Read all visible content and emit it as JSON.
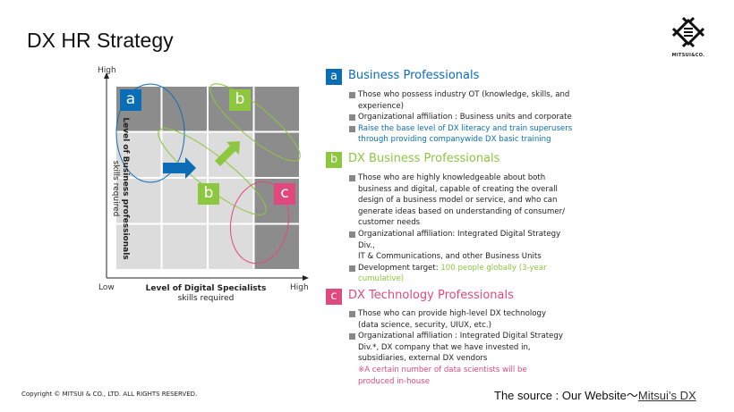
{
  "title": "DX HR Strategy",
  "logo": {
    "text": "MITSUI&CO."
  },
  "chart": {
    "y_high": "High",
    "x_low": "Low",
    "x_high": "High",
    "ylabel_line1": "Level of Business professionals",
    "ylabel_line2": "skills required",
    "xlabel_line1": "Level of Digital Specialists",
    "xlabel_line2": "skills required",
    "badges": {
      "a": "a",
      "b_top": "b",
      "b_mid": "b",
      "c": "c"
    }
  },
  "colors": {
    "a": "#0b6db5",
    "b": "#8dc63f",
    "c": "#e0497e",
    "dark_cell": "#8c8c8c",
    "light_cell": "#dcdcdc"
  },
  "sections": [
    {
      "badge": "a",
      "title": "Business Professionals",
      "bullets": [
        "Those who possess industry OT (knowledge, skills, and experience)",
        "Organizational affiliation : Business units and corporate",
        "Raise the base level of DX literacy and train superusers through providing companywide DX basic training"
      ]
    },
    {
      "badge": "b",
      "title": "DX Business Professionals",
      "bullets": [
        "Those who are highly knowledgeable about both business and digital,  capable of creating the overall design of a business model or service, and  who can generate ideas based on understanding of consumer/ customer needs",
        "Organizational affiliation: Integrated Digital Strategy Div.,",
        "IT & Communications, and other Business Units",
        "Development target: ",
        "100 people globally (3-year cumulative)"
      ]
    },
    {
      "badge": "c",
      "title": "DX Technology Professionals",
      "bullets": [
        "Those who can provide high-level DX technology (data science, security, UIUX, etc.)",
        "Organizational affiliation : Integrated Digital Strategy Div.*, DX company that we have invested in, subsidiaries, external DX vendors",
        "※A certain number of data scientists will be produced in-house"
      ]
    }
  ],
  "footer": {
    "copyright": "Copyright © MITSUI & CO., LTD. ALL RIGHTS RESERVED.",
    "source_prefix": "The source : Our Website〜",
    "source_link": "Mitsui’s DX"
  }
}
